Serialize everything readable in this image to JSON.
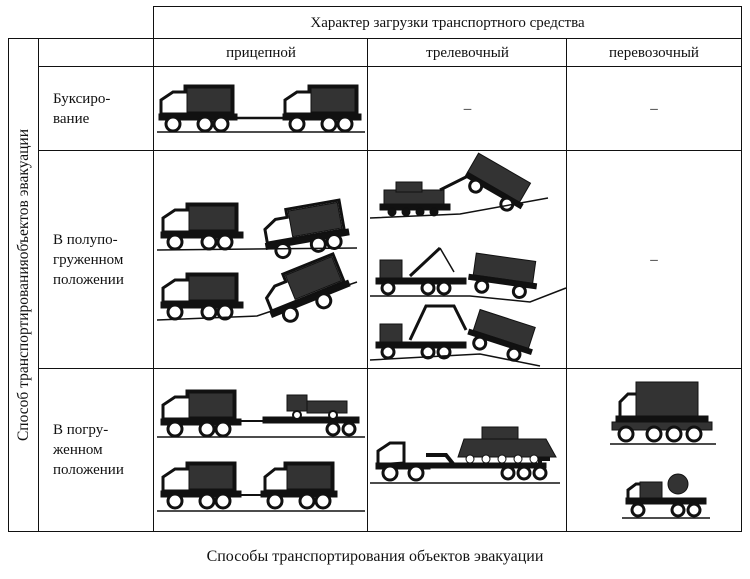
{
  "header": {
    "top_title": "Характер загрузки транспортного средства",
    "columns": [
      "прицепной",
      "трелевочный",
      "перевозочный"
    ]
  },
  "side_title": "Способ транспортированияобъектов эвакуации",
  "rows": [
    {
      "label": "Букси­ро-\nвание",
      "cells": [
        "",
        "–",
        "–"
      ]
    },
    {
      "label": "В полупо-\nгруженном\nположении",
      "cells": [
        "",
        "",
        "–"
      ]
    },
    {
      "label": "В погру-\nженном\nположении",
      "cells": [
        "",
        "",
        ""
      ]
    }
  ],
  "caption": "Способы транспортирования объектов эвакуации",
  "icons": {
    "tow_truck": "towing-truck-icon",
    "crane": "crane-truck-icon",
    "trailer": "lowboy-trailer-icon",
    "tank": "armored-vehicle-icon"
  }
}
